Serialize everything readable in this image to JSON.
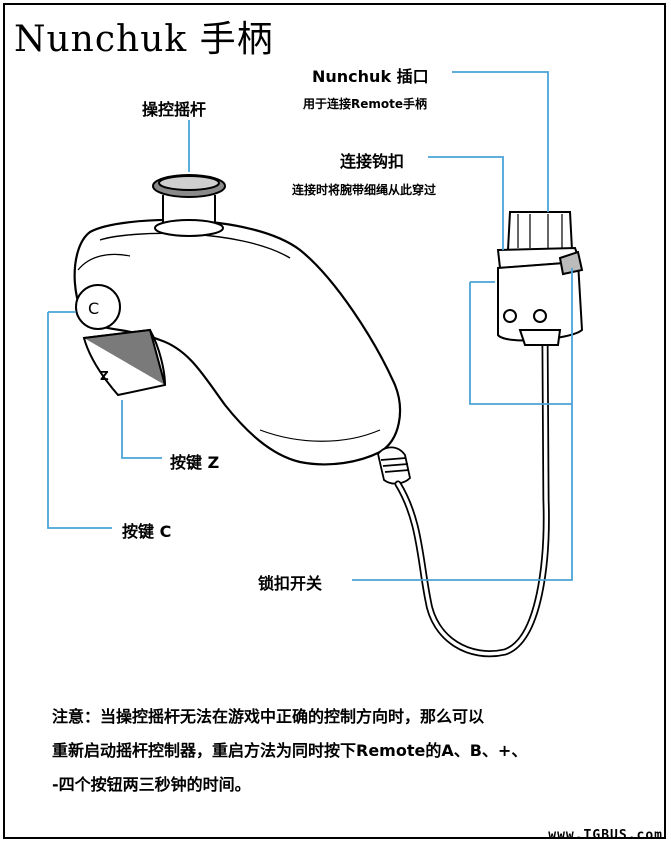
{
  "title": "Nunchuk 手柄",
  "labels": {
    "joystick": "操控摇杆",
    "port": "Nunchuk 插口",
    "port_desc": "用于连接Remote手柄",
    "hook": "连接钩扣",
    "hook_desc": "连接时将腕带细绳从此穿过",
    "button_z": "按键 Z",
    "button_c": "按键 C",
    "lock_switch": "锁扣开关"
  },
  "button_letters": {
    "c": "C",
    "z": "Z"
  },
  "note": {
    "line1": "注意：当操控摇杆无法在游戏中正确的控制方向时，那么可以",
    "line2": "重新启动摇杆控制器，重启方法为同时按下Remote的A、B、+、",
    "line3": "-四个按钮两三秒钟的时间。"
  },
  "watermark": "www.TGBUS.com",
  "colors": {
    "leader": "#4aa3d8",
    "ink": "#000000",
    "background": "#ffffff"
  }
}
